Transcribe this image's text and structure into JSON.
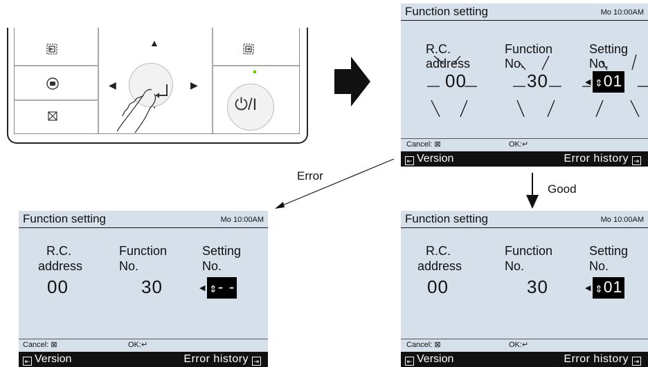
{
  "remote": {
    "icons": {
      "menu_left": "menu-enter-icon",
      "circle_btn": "menu-button-icon",
      "cancel_btn": "cancel-x-icon",
      "menu_right": "menu-return-icon",
      "power": "power-icon"
    },
    "power_label": "⏻/I"
  },
  "labels": {
    "error": "Error",
    "good": "Good"
  },
  "screens": {
    "top": {
      "title": "Function setting",
      "clock": "Mo 10:00AM",
      "rc_label": "R.C.",
      "rc_label2": "address",
      "fn_label": "Function",
      "fn_label2": "No.",
      "set_label": "Setting",
      "set_label2": "No.",
      "rc_value": "00",
      "fn_value": "30",
      "set_value": "01",
      "cancel": "Cancel: ⊠",
      "ok": "OK:↵",
      "version": "Version",
      "error_history": "Error history"
    },
    "error": {
      "title": "Function setting",
      "clock": "Mo 10:00AM",
      "rc_label": "R.C.",
      "rc_label2": "address",
      "fn_label": "Function",
      "fn_label2": "No.",
      "set_label": "Setting",
      "set_label2": "No.",
      "rc_value": "00",
      "fn_value": "30",
      "set_value": "- -",
      "cancel": "Cancel: ⊠",
      "ok": "OK:↵",
      "version": "Version",
      "error_history": "Error history"
    },
    "good": {
      "title": "Function setting",
      "clock": "Mo 10:00AM",
      "rc_label": "R.C.",
      "rc_label2": "address",
      "fn_label": "Function",
      "fn_label2": "No.",
      "set_label": "Setting",
      "set_label2": "No.",
      "rc_value": "00",
      "fn_value": "30",
      "set_value": "01",
      "cancel": "Cancel: ⊠",
      "ok": "OK:↵",
      "version": "Version",
      "error_history": "Error history"
    }
  }
}
